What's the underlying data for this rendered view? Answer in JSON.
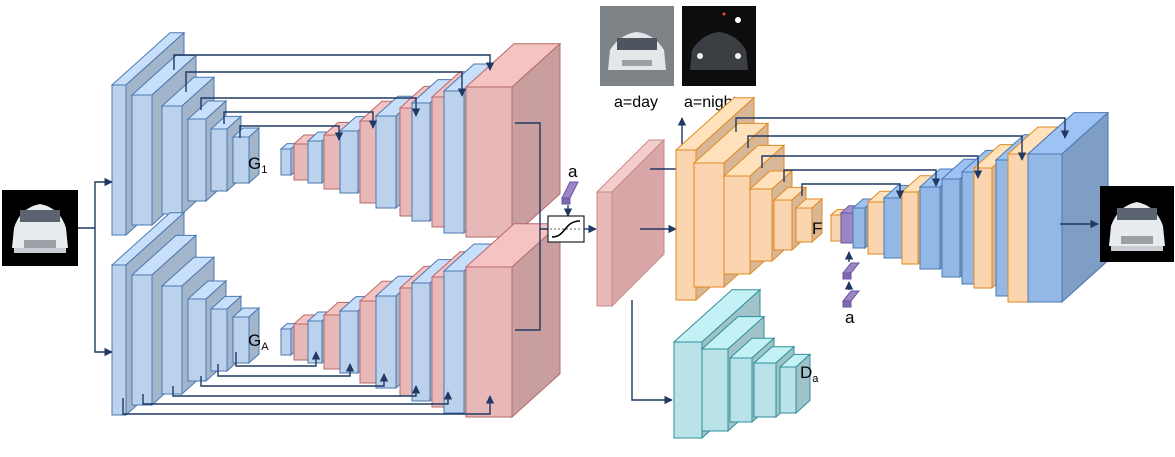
{
  "colors": {
    "encoder_blue": "#bcd2ec",
    "encoder_edge": "#4a78b0",
    "decoder_pink": "#e8b8b8",
    "decoder_edge": "#b66a6a",
    "orange": "#fbd5b0",
    "orange_edge": "#e08a20",
    "teal": "#b9e3e8",
    "teal_edge": "#2f8f9a",
    "attribute_purple": "#9c85c5",
    "arrow": "#1f3864"
  },
  "labels": {
    "g1": "G",
    "g1_sub": "1",
    "ga": "G",
    "ga_sub": "A",
    "f": "F",
    "da": "D",
    "da_sub": "a",
    "attr_top": "a",
    "attr_bottom": "a",
    "day": "a=day",
    "night": "a=night"
  },
  "icons": {
    "input_image": "car-photo-icon",
    "output_image": "car-photo-icon",
    "day_image": "car-day-photo-icon",
    "night_image": "car-night-photo-icon",
    "sigmoid": "sigmoid-gate-icon"
  }
}
